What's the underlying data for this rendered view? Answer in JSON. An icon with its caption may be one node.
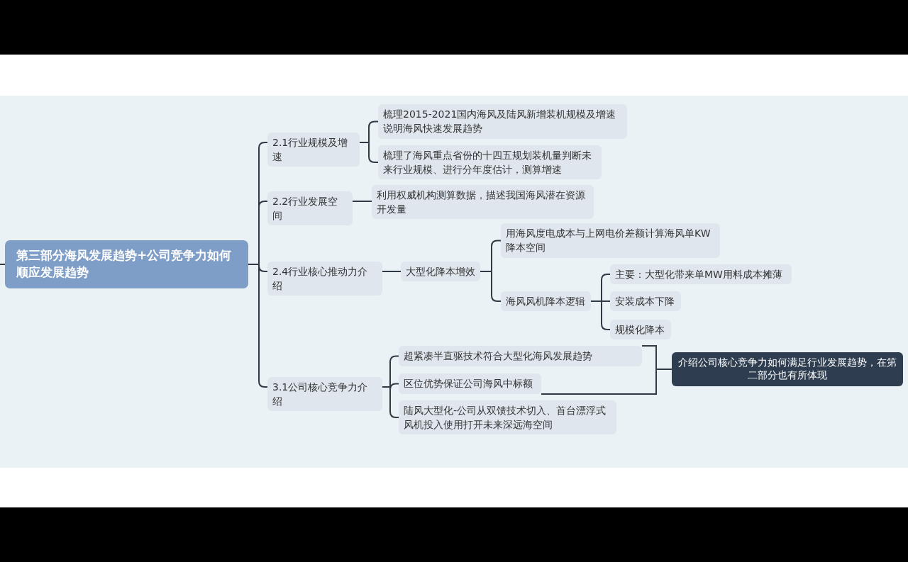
{
  "diagram": {
    "nodes": [
      {
        "text": [
          "第三部分海风发展趋势+公司竞争力如何顺应发展趋势"
        ]
      },
      {
        "text": [
          "2.1行业规模及增速"
        ]
      },
      {
        "text": [
          "梳理2015-2021国内海风及陆风新增装机规模及增速说明海风快速发展趋势"
        ]
      },
      {
        "text": [
          "梳理了海风重点省份的十四五规划装机量判断未来行业规模、进行分年度估计，测算增速"
        ]
      },
      {
        "text": [
          "2.2行业发展空间"
        ]
      },
      {
        "text": [
          "利用权威机构测算数据，描述我国海风潜在资源开发量"
        ]
      },
      {
        "text": [
          "2.4行业核心推动力介绍"
        ]
      },
      {
        "text": [
          "大型化降本增效"
        ]
      },
      {
        "text": [
          "用海风度电成本与上网电价差额计算海风单KW降本空间"
        ]
      },
      {
        "text": [
          "海风风机降本逻辑"
        ]
      },
      {
        "text": [
          "主要：大型化带来单MW用料成本摊薄"
        ]
      },
      {
        "text": [
          "安装成本下降"
        ]
      },
      {
        "text": [
          "规模化降本"
        ]
      },
      {
        "text": [
          "3.1公司核心竞争力介绍"
        ]
      },
      {
        "text": [
          "超紧凑半直驱技术符合大型化海风发展趋势"
        ]
      },
      {
        "text": [
          "区位优势保证公司海风中标额"
        ]
      },
      {
        "text": [
          "陆风大型化-公司从双馈技术切入、首台漂浮式风机投入使用打开未来深远海空间"
        ]
      },
      {
        "text": [
          "介绍公司核心竞争力如何满足行业发展趋势，在第二部分也有所体现"
        ]
      }
    ],
    "edges": [
      {
        "from": null,
        "to": 0,
        "arrow": "none"
      },
      {
        "from": 0,
        "to": 1,
        "arrow": "none"
      },
      {
        "from": 0,
        "to": 4,
        "arrow": "none"
      },
      {
        "from": 0,
        "to": 6,
        "arrow": "none"
      },
      {
        "from": 0,
        "to": 13,
        "arrow": "none"
      },
      {
        "from": 1,
        "to": 2,
        "arrow": "none"
      },
      {
        "from": 1,
        "to": 3,
        "arrow": "none"
      },
      {
        "from": 4,
        "to": 5,
        "arrow": "none"
      },
      {
        "from": 6,
        "to": 7,
        "arrow": "none"
      },
      {
        "from": 7,
        "to": 8,
        "arrow": "none"
      },
      {
        "from": 7,
        "to": 9,
        "arrow": "none"
      },
      {
        "from": 9,
        "to": 10,
        "arrow": "none"
      },
      {
        "from": 9,
        "to": 11,
        "arrow": "none"
      },
      {
        "from": 9,
        "to": 12,
        "arrow": "none"
      },
      {
        "from": 13,
        "to": 14,
        "arrow": "none"
      },
      {
        "from": 13,
        "to": 15,
        "arrow": "none"
      },
      {
        "from": 13,
        "to": 16,
        "arrow": "none"
      },
      {
        "from": 14,
        "to": 17,
        "arrow": "none"
      },
      {
        "from": 15,
        "to": 17,
        "arrow": "none"
      }
    ]
  }
}
